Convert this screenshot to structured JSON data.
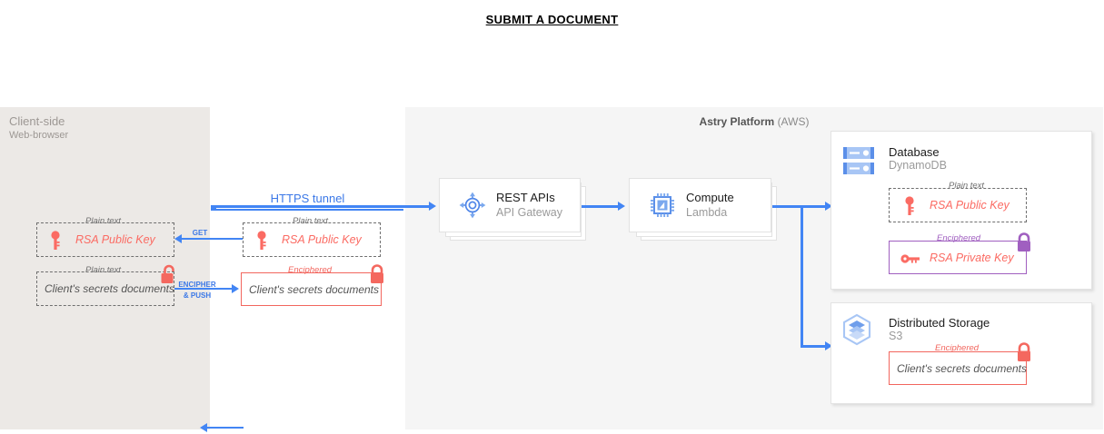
{
  "page": {
    "title": "SUBMIT A DOCUMENT"
  },
  "colors": {
    "accent_blue": "#4285f4",
    "label_blue": "#3b78e7",
    "red": "#f2665e",
    "red_text": "#fb6b63",
    "purple": "#a05fc0",
    "client_zone_bg": "#ECE9E6",
    "platform_zone_bg": "#F5F5F5",
    "gray_text": "#9a9a9a"
  },
  "client_zone": {
    "title": "Client-side",
    "subtitle": "Web-browser",
    "public_key_box": {
      "caption": "Plain text",
      "label": "RSA Public Key",
      "icon": "key-vertical-icon",
      "border": "dashed"
    },
    "secrets_box": {
      "caption": "Plain text",
      "label": "Client's secrets documents",
      "icon": "padlock-open-icon",
      "border": "dashed"
    }
  },
  "tunnel": {
    "label": "HTTPS tunnel",
    "public_key_box": {
      "caption": "Plain text",
      "label": "RSA Public Key",
      "icon": "key-vertical-icon",
      "border": "dashed"
    },
    "secrets_box": {
      "caption": "Enciphered",
      "label": "Client's secrets documents",
      "icon": "padlock-closed-icon",
      "border": "solid-red"
    }
  },
  "arrows": {
    "get": "GET",
    "encipher_line1": "ENCIPHER",
    "encipher_line2": "& PUSH"
  },
  "platform": {
    "title": "Astry Platform",
    "title_suffix": "(AWS)",
    "services": [
      {
        "name": "REST APIs",
        "sub": "API Gateway",
        "icon": "api-gateway-icon"
      },
      {
        "name": "Compute",
        "sub": "Lambda",
        "icon": "lambda-chip-icon"
      }
    ],
    "stores": [
      {
        "name": "Database",
        "sub": "DynamoDB",
        "icon": "dynamodb-icon",
        "items": [
          {
            "caption": "Plain text",
            "label": "RSA Public Key",
            "icon": "key-vertical-icon",
            "border": "dashed",
            "lock": "none"
          },
          {
            "caption": "Enciphered",
            "label": "RSA Private Key",
            "icon": "key-horizontal-icon",
            "border": "solid-purple",
            "lock": "padlock-closed-purple-icon"
          }
        ]
      },
      {
        "name": "Distributed Storage",
        "sub": "S3",
        "icon": "s3-icon",
        "items": [
          {
            "caption": "Enciphered",
            "label": "Client's secrets documents",
            "icon": "none",
            "border": "solid-red",
            "lock": "padlock-closed-red-icon"
          }
        ]
      }
    ]
  }
}
